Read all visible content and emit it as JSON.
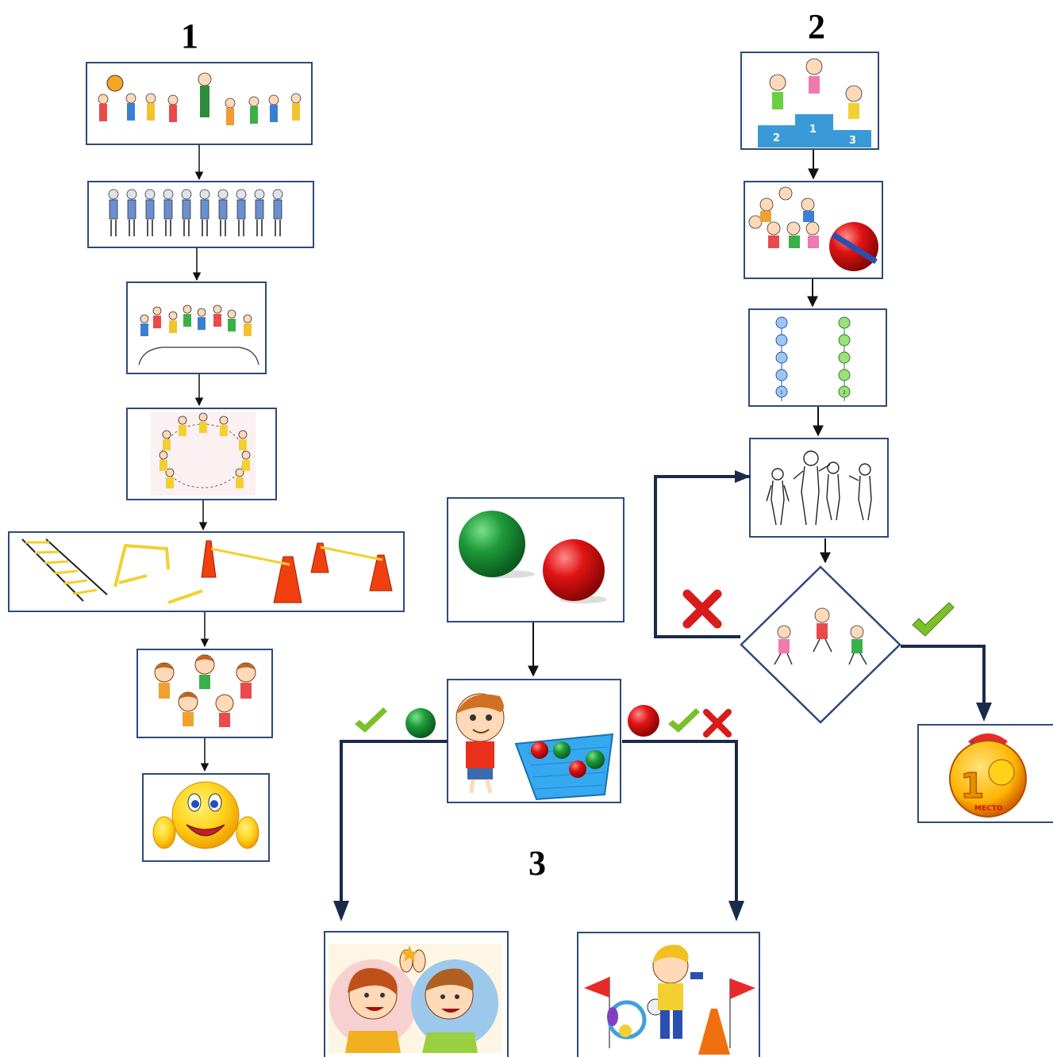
{
  "labels": {
    "one": "1",
    "two": "2",
    "three": "3"
  },
  "podium": {
    "p1": "1",
    "p2": "2",
    "p3": "3"
  },
  "columns": {
    "c1": "1",
    "c2": "2"
  },
  "medal": {
    "number": "1",
    "text": "МЕСТО"
  },
  "colors": {
    "frame": "#2d4a7c",
    "connector": "#1a2b4a",
    "check": "#7cc02a",
    "cross": "#d81b1b",
    "ball_green": "#1f9a3a",
    "ball_red": "#e01414",
    "bead_blue": "#9ec6f0",
    "bead_green": "#9be07a"
  },
  "icons": [
    "children-group-icon",
    "kids-line-icon",
    "kids-running-icon",
    "kids-circle-icon",
    "agility-course-icon",
    "happy-kids-icon",
    "smiley-thumbs-icon",
    "podium-icon",
    "kids-ball-icon",
    "team-columns-icon",
    "kids-playing-icon",
    "jumping-kids-icon",
    "medal-icon",
    "check-icon",
    "cross-icon",
    "balls-icon",
    "boy-basket-icon",
    "high-five-icon",
    "sport-boy-icon"
  ]
}
